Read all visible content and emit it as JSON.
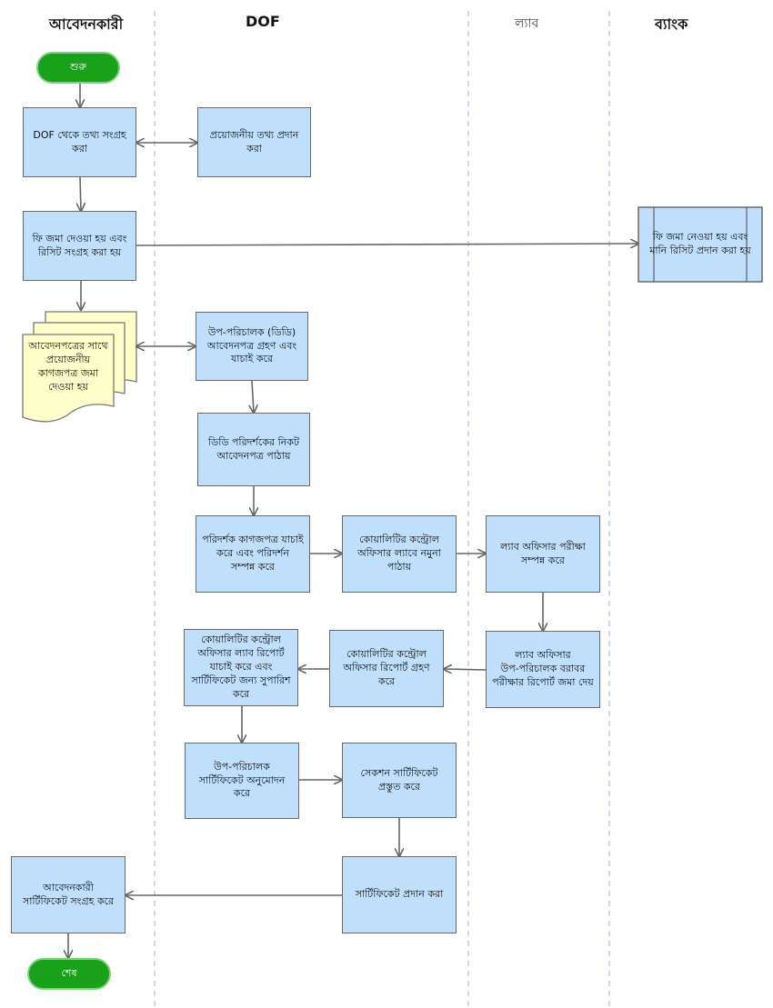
{
  "lanes": {
    "applicant": "আবেদনকারী",
    "dof": "DOF",
    "lab": "ল্যাব",
    "bank": "ব্যাংক"
  },
  "terminals": {
    "start": "শুরু",
    "end": "শেষ"
  },
  "steps": {
    "collect_info": "DOF থেকে তথ্য সংগ্রহ\nকরা",
    "provide_info": "প্রয়োজনীয় তথ্য প্রদান\nকরা",
    "pay_fee": "ফি জমা দেওয়া হয় এবং\nরিসিট সংগ্রহ করা হয়",
    "bank_receive": "ফি জমা নেওয়া হয় এবং\nমানি রিসিট প্রদান করা হয়",
    "submit_docs": "আবেদনপত্রের সাথে\nপ্রয়োজনীয়\nকাগজপত্র জমা\nদেওয়া হয়",
    "dd_verify": "উপ-পরিচালক (ডিডি)\nআবেদনপত্র গ্রহণ এবং\nযাচাই করে",
    "dd_send": "ডিডি পরিদর্শকের নিকট\nআবেদনপত্র পাঠায়",
    "inspector": "পরিদর্শক কাগজপত্র যাচাই\nকরে এবং পরিদর্শন\nসম্পন্ন করে",
    "qco_send_lab": "কোয়ালিটির কন্ট্রোল\nঅফিসার ল্যাবে নমুনা\nপাঠায়",
    "lab_test": "ল্যাব অফিসার পরীক্ষা\nসম্পন্ন করে",
    "lab_report": "ল্যাব অফিসার\nউপ-পরিচালক বরাবর\nপরীক্ষার রিপোর্ট জমা দেয়",
    "qco_receive_report": "কোয়ালিটির কন্ট্রোল\nঅফিসার রিপোর্ট গ্রহণ\nকরে",
    "qco_recommend": "কোয়ালিটির কন্ট্রোল\nঅফিসার ল্যাব রিপোর্ট\nযাচাই করে এবং\nসার্টিফিকেট জন্য সুপারিশ\nকরে",
    "dd_approve": "উপ-পরিচালক\nসার্টিফিকেট অনুমোদন\nকরে",
    "section_prepare": "সেকশন সার্টিফিকেট\nপ্রস্তুত করে",
    "certificate_issue": "সার্টিফিকেট প্রদান করা",
    "applicant_collect": "আবেদনকারী\nসার্টিফিকেট সংগ্রহ করে"
  },
  "colors": {
    "box_fill": "#bfdffc",
    "box_border": "#6a6a6a",
    "terminal_fill": "#1aa11a",
    "document_fill": "#ffffcc",
    "lane_divider": "#c9c9e0",
    "arrow": "#666666"
  }
}
